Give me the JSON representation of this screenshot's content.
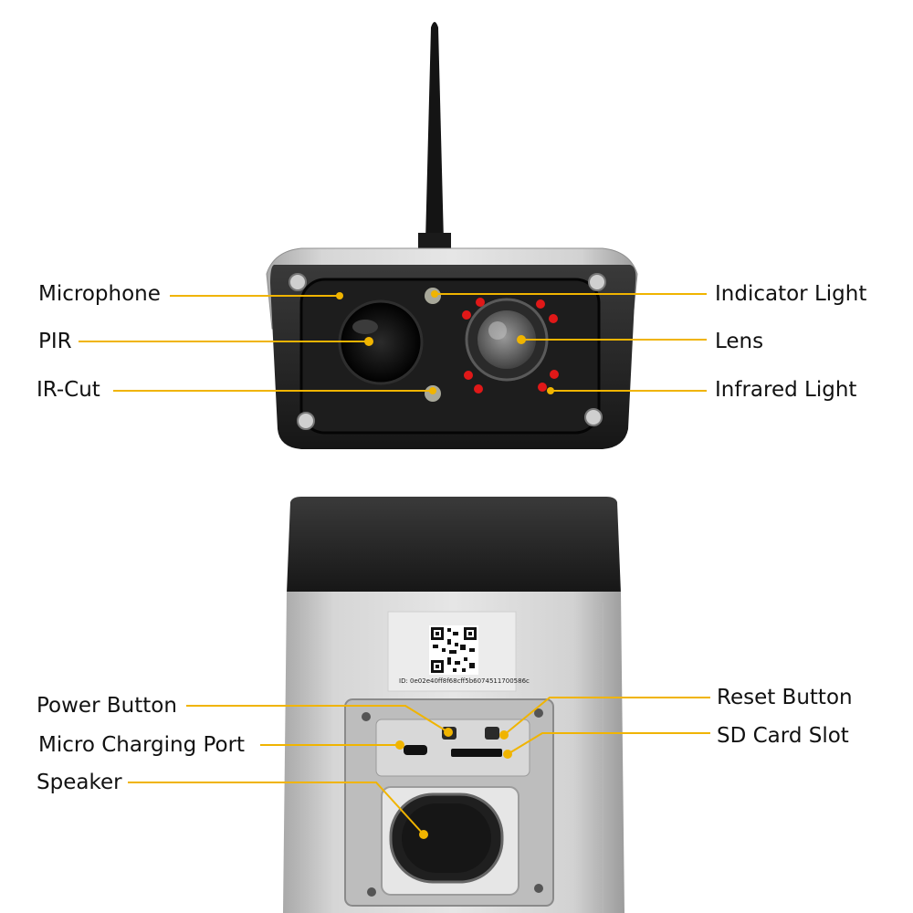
{
  "colors": {
    "leader_line": "#f0b400",
    "leader_dot": "#f0b400",
    "ir_led": "#e01818",
    "camera_face": "#1c1c1c",
    "housing_silver": "#c9c9c9",
    "housing_dark": "#232323"
  },
  "front_view": {
    "labels": {
      "microphone": "Microphone",
      "pir": "PIR",
      "ir_cut": "IR-Cut",
      "indicator_light": "Indicator Light",
      "lens": "Lens",
      "infrared_light": "Infrared Light"
    }
  },
  "bottom_view": {
    "labels": {
      "power_button": "Power Button",
      "micro_charging_port": "Micro Charging Port",
      "speaker": "Speaker",
      "reset_button": "Reset Button",
      "sd_card_slot": "SD Card Slot"
    },
    "sticker_id": "ID: 0e02e40ff8f68cff5b6074511700586c"
  }
}
